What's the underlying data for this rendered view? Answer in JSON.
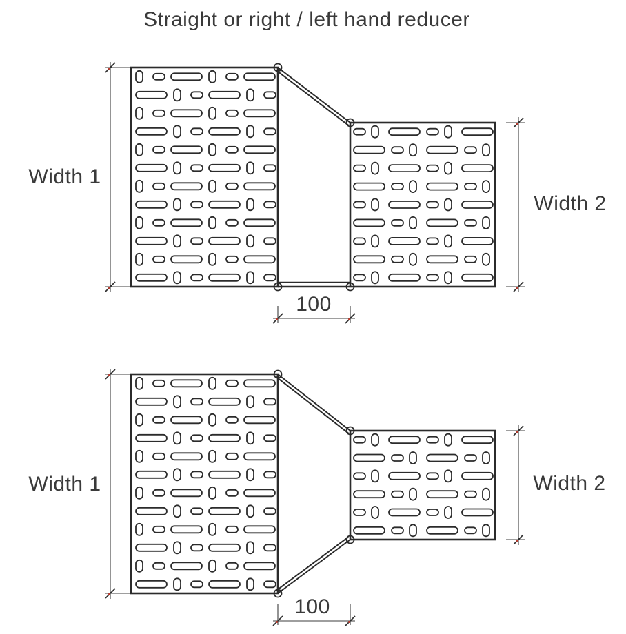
{
  "title": "Straight or right / left hand reducer",
  "top_figure": {
    "width1_label": "Width 1",
    "width2_label": "Width 2",
    "reducer_length_label": "100"
  },
  "bottom_figure": {
    "width1_label": "Width 1",
    "width2_label": "Width 2",
    "reducer_length_label": "100"
  },
  "colors": {
    "line": "#2b2b2b",
    "dim_line": "#3c3c3c",
    "text": "#3a3a3a",
    "tick_accent": "#c0392b",
    "background": "#ffffff"
  }
}
